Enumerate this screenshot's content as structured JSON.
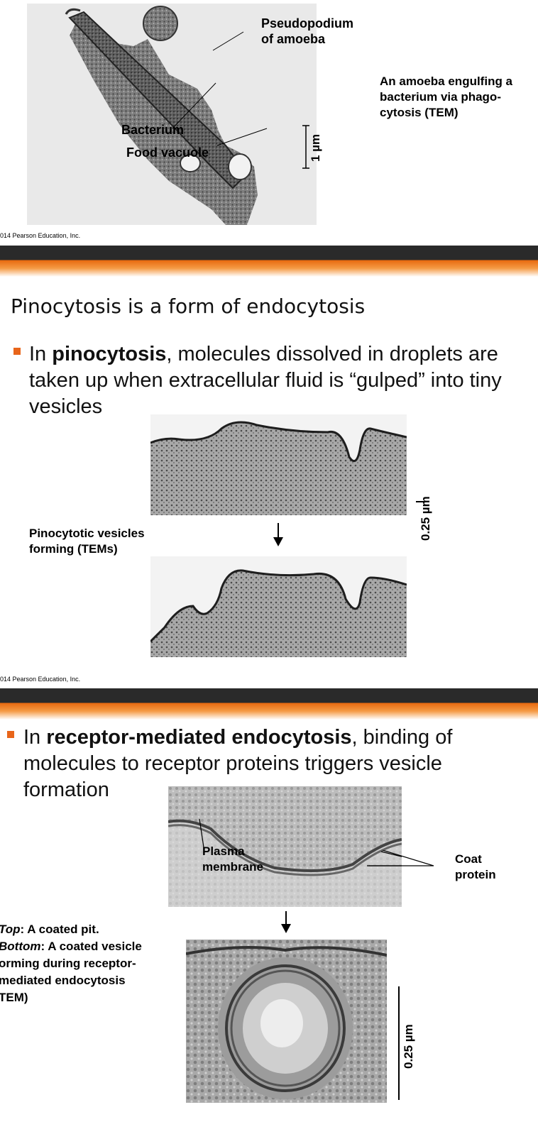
{
  "slide1": {
    "labels": {
      "pseudopodium": "Pseudopodium\nof amoeba",
      "bacterium": "Bacterium",
      "food_vacuole": "Food vacuole",
      "scale": "1 µm"
    },
    "caption": "An amoeba engulfing a\nbacterium via phago-\ncytosis (TEM)",
    "copyright": "014 Pearson Education, Inc."
  },
  "slide2": {
    "title": "Pinocytosis is a form of endocytosis",
    "bullet_prefix": "In ",
    "bullet_bold": "pinocytosis",
    "bullet_rest": ", molecules dissolved in droplets are taken up when extracellular fluid is “gulped” into tiny vesicles",
    "caption": "Pinocytotic vesicles\nforming (TEMs)",
    "scale": "0.25 µm",
    "copyright": "014 Pearson Education, Inc."
  },
  "slide3": {
    "bullet_prefix": "In ",
    "bullet_bold": "receptor-mediated endocytosis",
    "bullet_rest": ", binding of molecules to receptor proteins triggers vesicle formation",
    "labels": {
      "plasma_membrane": "Plasma\nmembrane",
      "coat_protein": "Coat\nprotein"
    },
    "caption_top_italic": "Top",
    "caption_top_rest": ": A coated pit.",
    "caption_bottom_italic": "Bottom",
    "caption_bottom_rest": ": A coated vesicle\norming during receptor-\nmediated endocytosis\nTEM)",
    "scale": "0.25 µm"
  }
}
